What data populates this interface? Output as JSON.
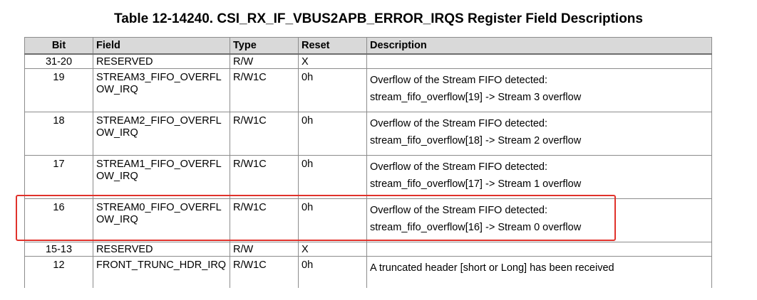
{
  "title": "Table 12-14240. CSI_RX_IF_VBUS2APB_ERROR_IRQS Register Field Descriptions",
  "columns": {
    "bit": "Bit",
    "field": "Field",
    "type": "Type",
    "reset": "Reset",
    "description": "Description"
  },
  "rows": [
    {
      "bit": "31-20",
      "field": "RESERVED",
      "type": "R/W",
      "reset": "X",
      "desc1": "",
      "desc2": ""
    },
    {
      "bit": "19",
      "field": "STREAM3_FIFO_OVERFLOW_IRQ",
      "type": "R/W1C",
      "reset": "0h",
      "desc1": "Overflow of the Stream FIFO detected:",
      "desc2": "stream_fifo_overflow[19] -> Stream 3 overflow"
    },
    {
      "bit": "18",
      "field": "STREAM2_FIFO_OVERFLOW_IRQ",
      "type": "R/W1C",
      "reset": "0h",
      "desc1": "Overflow of the Stream FIFO detected:",
      "desc2": "stream_fifo_overflow[18] -> Stream 2 overflow"
    },
    {
      "bit": "17",
      "field": "STREAM1_FIFO_OVERFLOW_IRQ",
      "type": "R/W1C",
      "reset": "0h",
      "desc1": "Overflow of the Stream FIFO detected:",
      "desc2": "stream_fifo_overflow[17] -> Stream 1 overflow"
    },
    {
      "bit": "16",
      "field": "STREAM0_FIFO_OVERFLOW_IRQ",
      "type": "R/W1C",
      "reset": "0h",
      "desc1": "Overflow of the Stream FIFO detected:",
      "desc2": "stream_fifo_overflow[16] -> Stream 0 overflow"
    },
    {
      "bit": "15-13",
      "field": "RESERVED",
      "type": "R/W",
      "reset": "X",
      "desc1": "",
      "desc2": ""
    },
    {
      "bit": "12",
      "field": "FRONT_TRUNC_HDR_IRQ",
      "type": "R/W1C",
      "reset": "0h",
      "desc1": "A truncated header [short or Long] has been received",
      "desc2": ""
    }
  ],
  "highlight_color": "#e0322b",
  "header_bg": "#d9d9d9"
}
